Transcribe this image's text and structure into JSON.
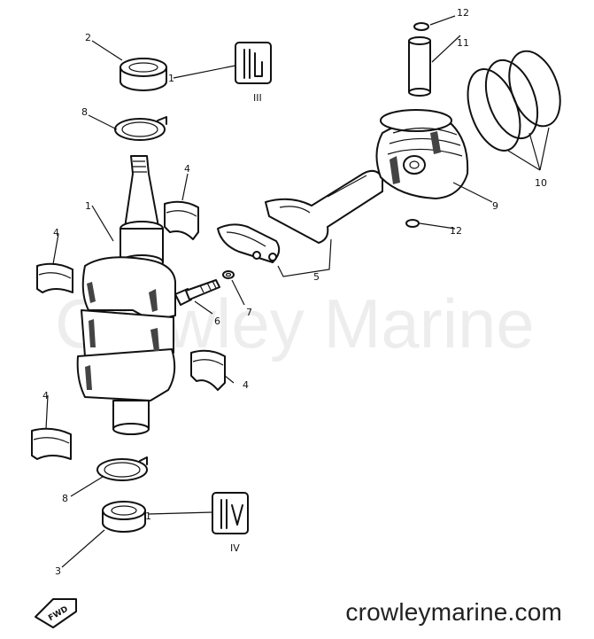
{
  "watermark": "Crowley Marine",
  "site_url": "crowleymarine.com",
  "fwd_label": "FWD",
  "callouts": [
    "1",
    "2",
    "3",
    "4",
    "5",
    "6",
    "7",
    "8",
    "9",
    "10",
    "11",
    "12"
  ],
  "detail_labels": [
    "III",
    "IV"
  ]
}
